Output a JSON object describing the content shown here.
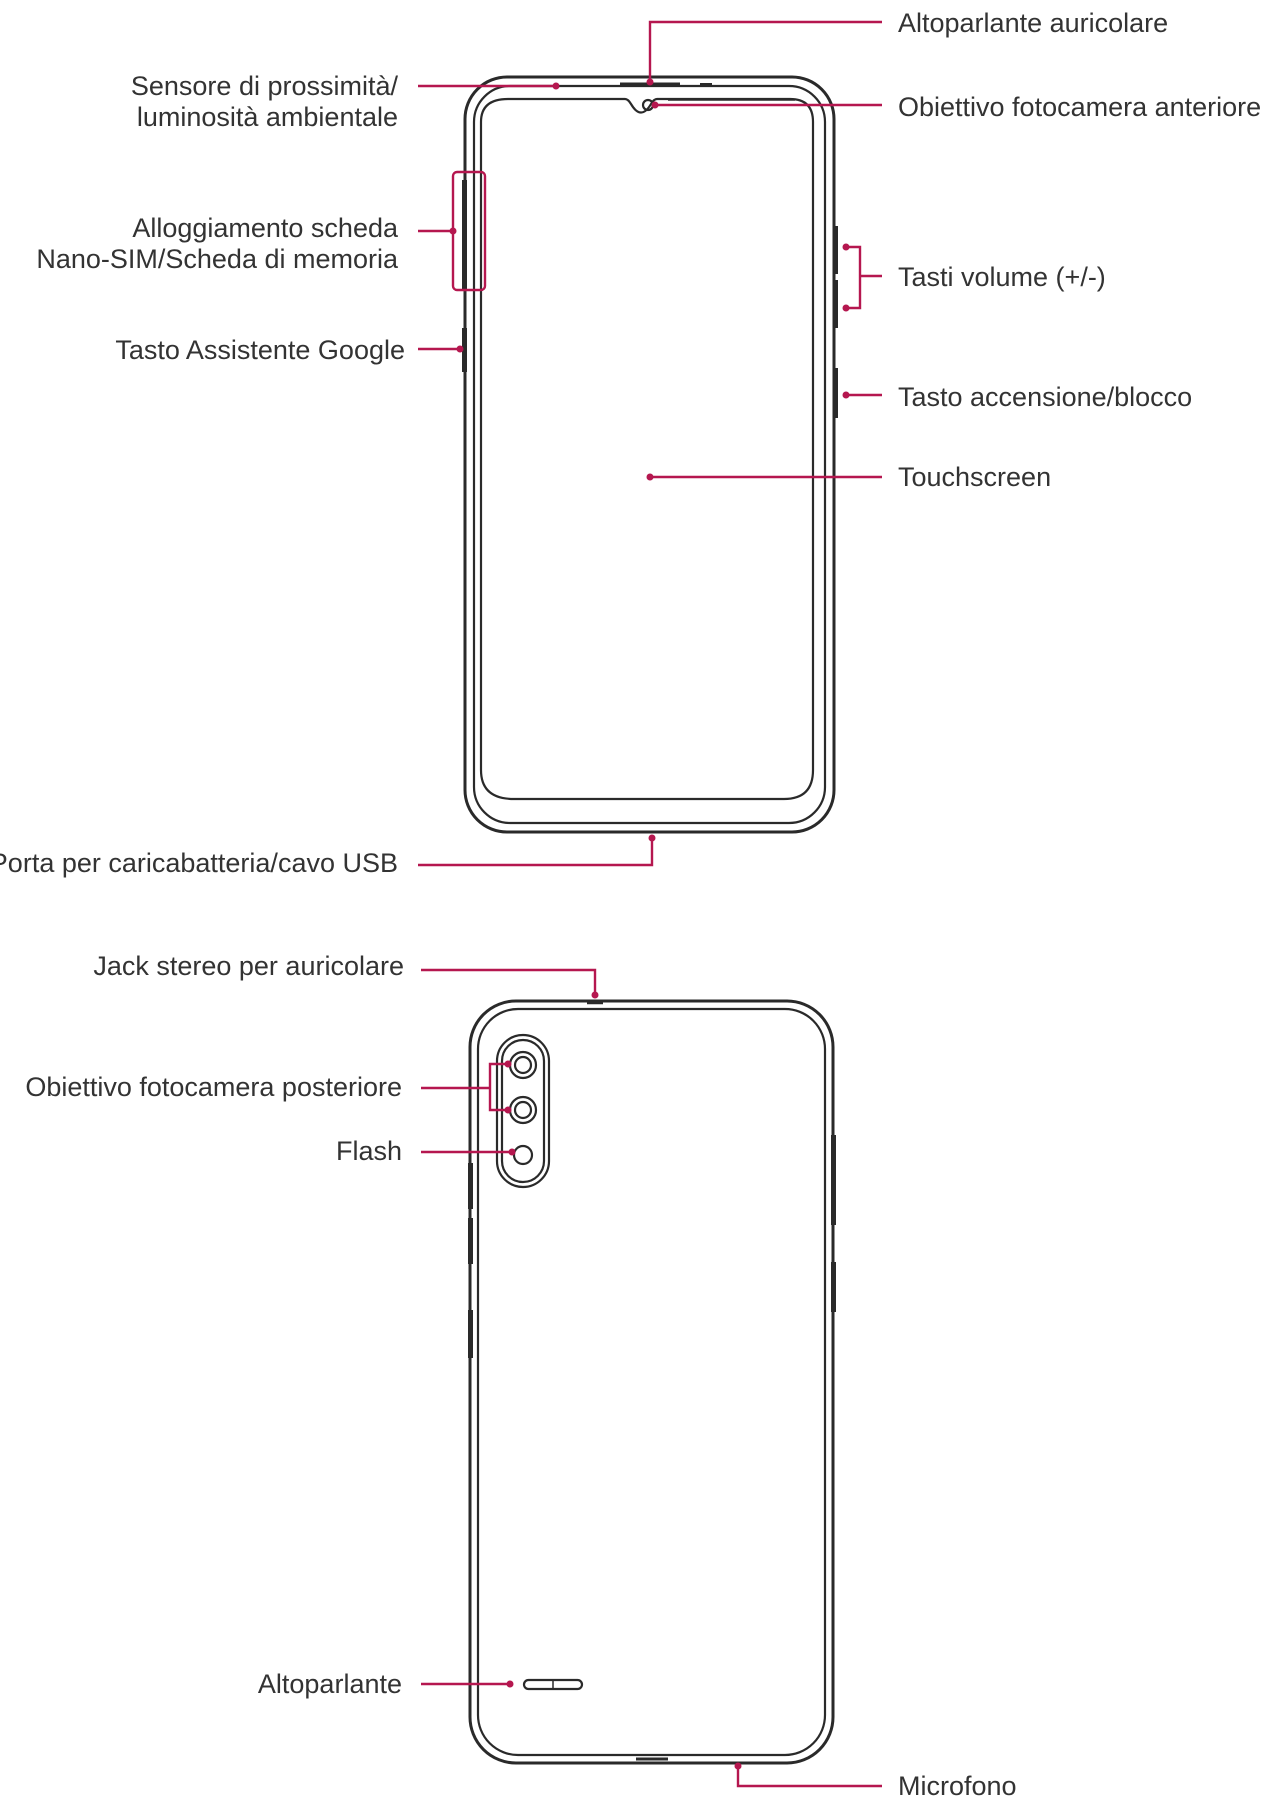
{
  "callout_color": "#b5174f",
  "front": {
    "earpiece": "Altoparlante auricolare",
    "proximity_line1": "Sensore di prossimità/",
    "proximity_line2": "luminosità ambientale",
    "front_camera": "Obiettivo fotocamera anteriore",
    "sim_line1": "Alloggiamento scheda",
    "sim_line2": "Nano-SIM/Scheda di memoria",
    "volume_keys": "Tasti volume (+/-)",
    "assistant_key": "Tasto Assistente Google",
    "power_key": "Tasto accensione/blocco",
    "touchscreen": "Touchscreen",
    "usb_port": "Porta per caricabatteria/cavo USB"
  },
  "back": {
    "headset_jack": "Jack stereo per auricolare",
    "rear_camera": "Obiettivo fotocamera posteriore",
    "flash": "Flash",
    "speaker": "Altoparlante",
    "microphone": "Microfono"
  }
}
